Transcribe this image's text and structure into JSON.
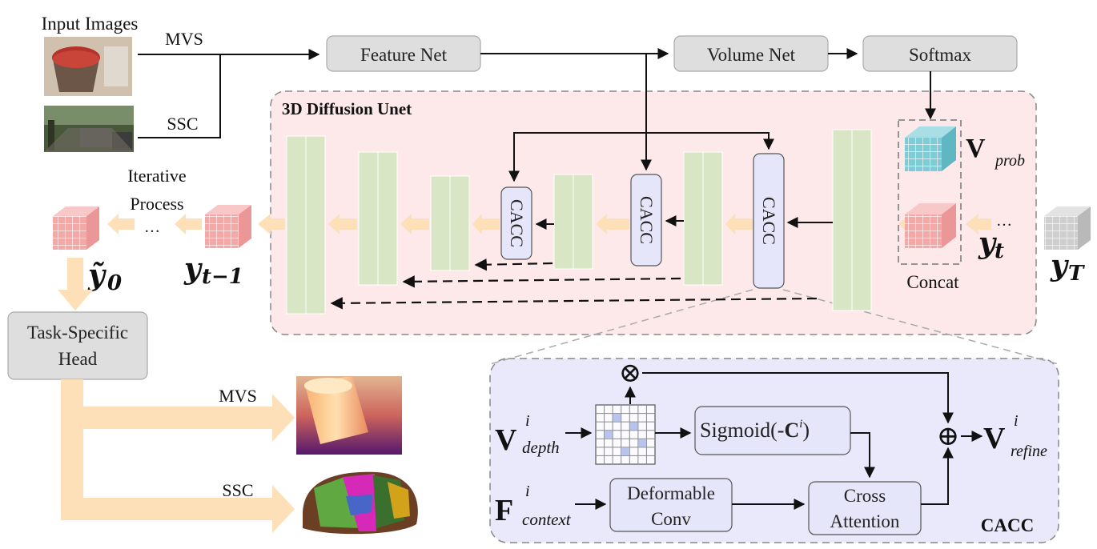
{
  "inputs": {
    "title": "Input Images",
    "mvs_label": "MVS",
    "ssc_label": "SSC"
  },
  "pipeline": {
    "feature_net": "Feature Net",
    "volume_net": "Volume Net",
    "softmax": "Softmax"
  },
  "unet": {
    "title": "3D Diffusion Unet",
    "cacc_label": "CACC",
    "concat_label": "Concat"
  },
  "vars": {
    "v_main": "V",
    "v_prob_sub": "prob",
    "y_t_main": "y",
    "y_t_sub": "t",
    "y_T_main": "y",
    "y_T_sub": "T",
    "y_tm1_main": "y",
    "y_tm1_sub": "t−1",
    "y0_main": "ỹ",
    "y0_sub": "0",
    "ellipsis": "…"
  },
  "iterative": {
    "line1": "Iterative",
    "line2": "Process"
  },
  "head": {
    "line1": "Task-Specific",
    "line2": "Head",
    "mvs_label": "MVS",
    "ssc_label": "SSC"
  },
  "cacc_detail": {
    "title": "CACC",
    "v_depth_main": "V",
    "v_depth_sup": "i",
    "v_depth_sub": "depth",
    "f_context_main": "F",
    "f_context_sup": "i",
    "f_context_sub": "context",
    "sigmoid_pre": "Sigmoid(-",
    "sigmoid_c": "C",
    "sigmoid_sup": "i",
    "sigmoid_post": ")",
    "deformable_line1": "Deformable",
    "deformable_line2": "Conv",
    "cross_line1": "Cross",
    "cross_line2": "Attention",
    "v_refine_main": "V",
    "v_refine_sup": "i",
    "v_refine_sub": "refine",
    "multiply_symbol": "⊗",
    "add_symbol": "⊕"
  },
  "colors": {
    "unet_bg": "#fde9e9",
    "cacc_bg": "#e9e9fb",
    "gray_box": "#dedede",
    "cacc_box": "#e6e6fa",
    "green_block": "#d8e6c6",
    "orange_arrow": "#fde0b8",
    "cube_pink": "#f4a9a9",
    "cube_blue": "#7fcbd6",
    "cube_gray": "#cfcfcf"
  }
}
